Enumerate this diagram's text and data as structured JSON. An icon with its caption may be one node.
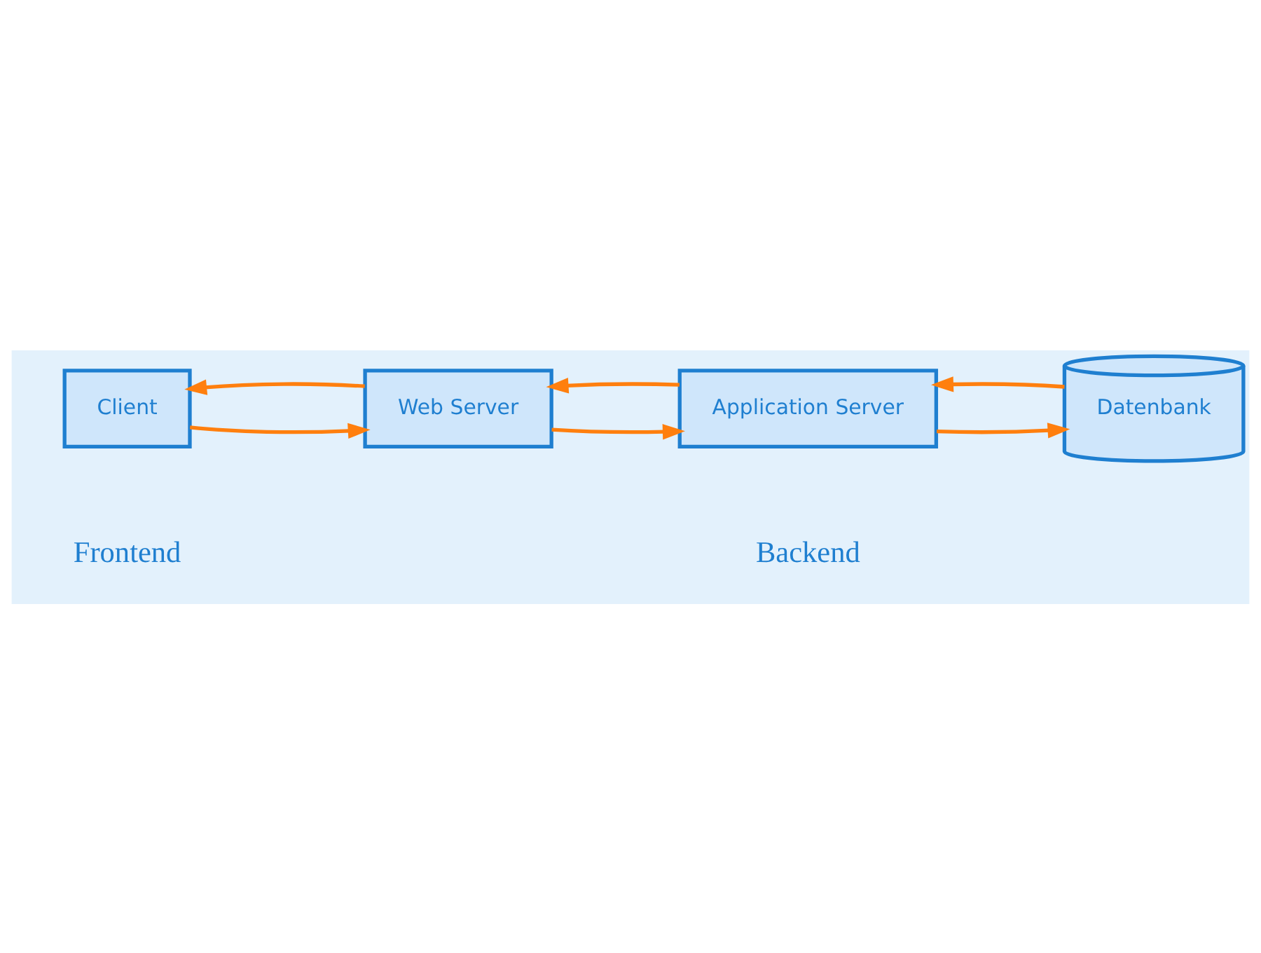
{
  "diagram": {
    "nodes": [
      {
        "text": [
          "Client"
        ]
      },
      {
        "text": [
          "Web Server"
        ]
      },
      {
        "text": [
          "Application Server"
        ]
      },
      {
        "text": [
          "Datenbank"
        ]
      }
    ],
    "edges": [
      {
        "from": 0,
        "to": 1,
        "arrow": "to"
      },
      {
        "from": 1,
        "to": 0,
        "arrow": "to"
      },
      {
        "from": 1,
        "to": 2,
        "arrow": "to"
      },
      {
        "from": 2,
        "to": 1,
        "arrow": "to"
      },
      {
        "from": 2,
        "to": 3,
        "arrow": "to"
      },
      {
        "from": 3,
        "to": 2,
        "arrow": "to"
      }
    ],
    "labels": [
      "Frontend",
      "Backend"
    ]
  }
}
